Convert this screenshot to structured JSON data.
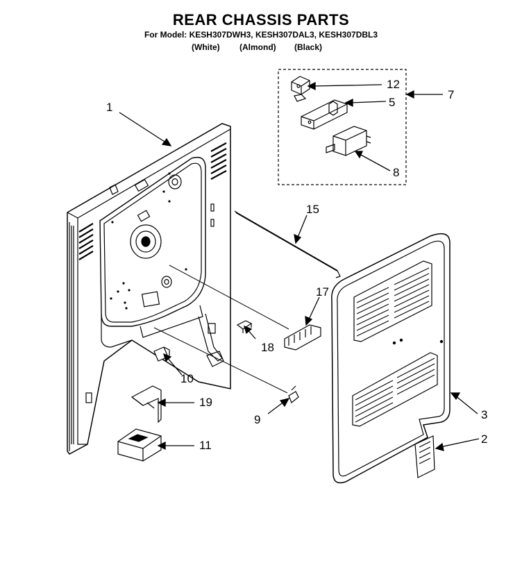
{
  "header": {
    "title": "REAR CHASSIS PARTS",
    "models": "For Model: KESH307DWH3, KESH307DAL3, KESH307DBL3",
    "colors": [
      "(White)",
      "(Almond)",
      "(Black)"
    ]
  },
  "callouts": {
    "c1": "1",
    "c2": "2",
    "c3": "3",
    "c5": "5",
    "c7": "7",
    "c8": "8",
    "c9": "9",
    "c10": "10",
    "c11": "11",
    "c12": "12",
    "c15": "15",
    "c17": "17",
    "c18": "18",
    "c19": "19"
  }
}
